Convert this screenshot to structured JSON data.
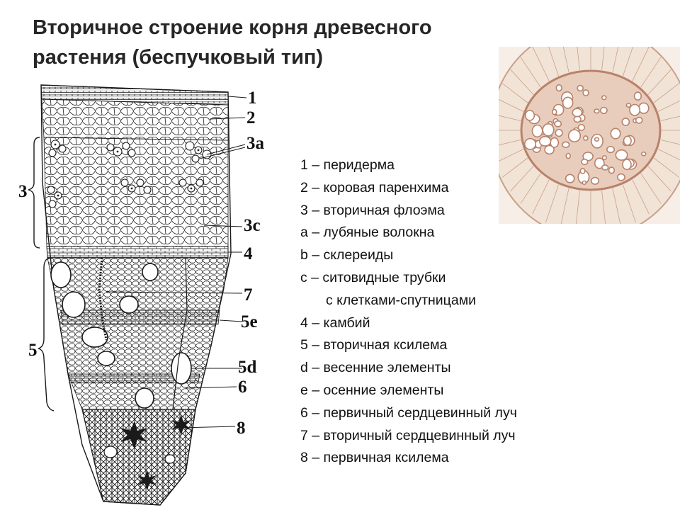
{
  "title": {
    "line1": "Вторичное строение корня древесного",
    "line2": "растения (беспучковый тип)"
  },
  "diagram": {
    "labels": {
      "l1": "1",
      "l2": "2",
      "l3a": "3a",
      "l3": "3",
      "l3c": "3c",
      "l4": "4",
      "l7": "7",
      "l5e": "5e",
      "l5": "5",
      "l5d": "5d",
      "l6": "6",
      "l8": "8"
    }
  },
  "legend": [
    "1 – перидерма",
    "2 – коровая паренхима",
    "3 – вторичная флоэма",
    "а – лубяные волокна",
    "b – склереиды",
    "с – ситовидные трубки",
    "с клетками-спутницами",
    "4 – камбий",
    "5 – вторичная ксилема",
    "d – весенние элементы",
    "е – осенние элементы",
    "6 – первичный сердцевинный луч",
    "7 – вторичный сердцевинный луч",
    "8 – первичная ксилема"
  ],
  "colors": {
    "ink": "#1a1a1a",
    "stain": "#b8826a",
    "stain_bg": "#f1e3d6"
  }
}
